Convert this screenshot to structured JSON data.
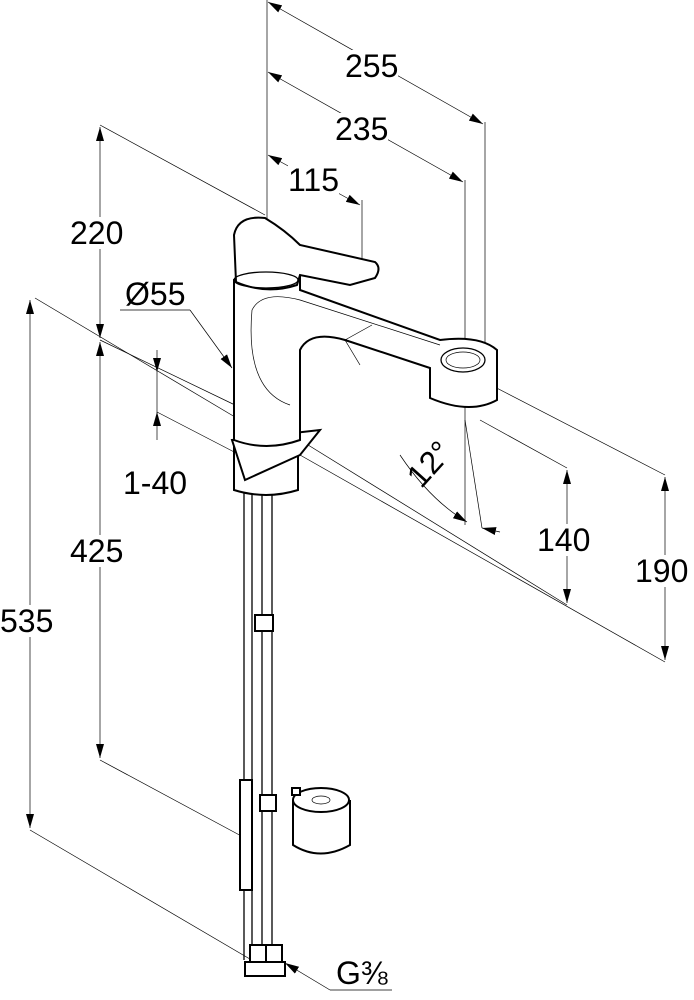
{
  "dimensions": {
    "d255": "255",
    "d235": "235",
    "d115": "115",
    "d220": "220",
    "d55": "Ø55",
    "d1_40": "1-40",
    "d425": "425",
    "d535": "535",
    "angle": "12°",
    "d140": "140",
    "d190": "190",
    "thread": "G⅜"
  }
}
